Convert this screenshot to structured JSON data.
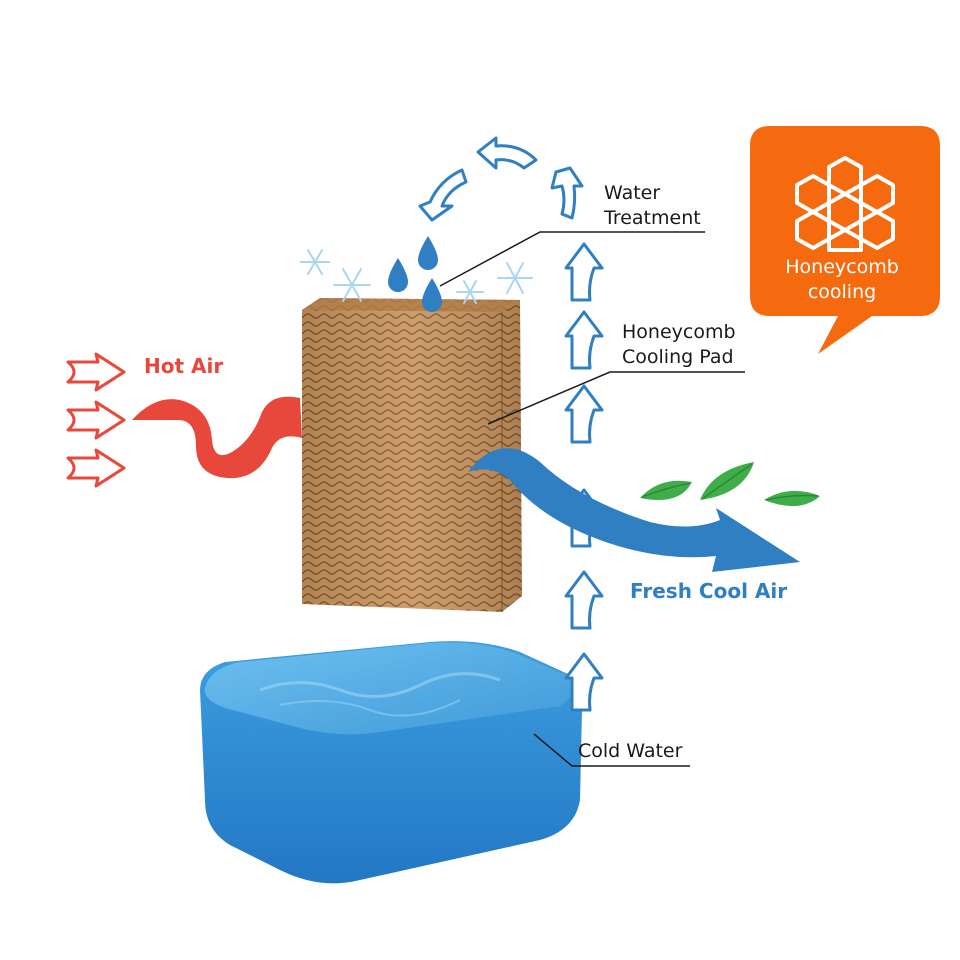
{
  "labels": {
    "water_treatment_line1": "Water",
    "water_treatment_line2": "Treatment",
    "pad_line1": "Honeycomb",
    "pad_line2": "Cooling Pad",
    "hot_air": "Hot Air",
    "fresh_cool_air": "Fresh Cool Air",
    "cold_water": "Cold Water"
  },
  "badge": {
    "line1": "Honeycomb",
    "line2": "cooling",
    "icon": "honeycomb-icon"
  },
  "colors": {
    "hot": "#e8473c",
    "blue": "#2f7fc2",
    "orange": "#f56a0f",
    "pad": "#c9955f",
    "water": "#3d9fe0",
    "leaf": "#3fae49"
  }
}
